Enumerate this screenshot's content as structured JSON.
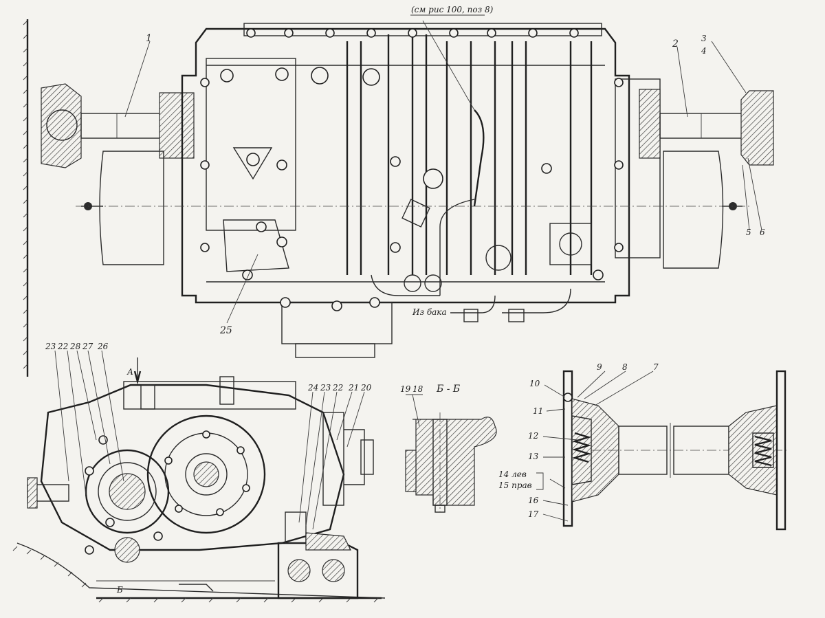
{
  "labels": {
    "top_ref": "(см рис 100, поз 8)",
    "n1": "1",
    "n2": "2",
    "n3": "3",
    "n4": "4",
    "n5": "5",
    "n6": "6",
    "n25": "25",
    "from_tank": "Из бака",
    "n23a": "23",
    "n22a": "22",
    "n28": "28",
    "n27": "27",
    "n26": "26",
    "view_a": "А",
    "n24": "24",
    "n23b": "23",
    "n22b": "22",
    "n21": "21",
    "n20": "20",
    "section_b_mark": "Б",
    "n19": "19",
    "n18": "18",
    "section_bb": "Б - Б",
    "n10": "10",
    "n9": "9",
    "n8": "8",
    "n7": "7",
    "n11": "11",
    "n12": "12",
    "n13": "13",
    "n14": "14 лев",
    "n15": "15 прав",
    "n16": "16",
    "n17": "17"
  }
}
